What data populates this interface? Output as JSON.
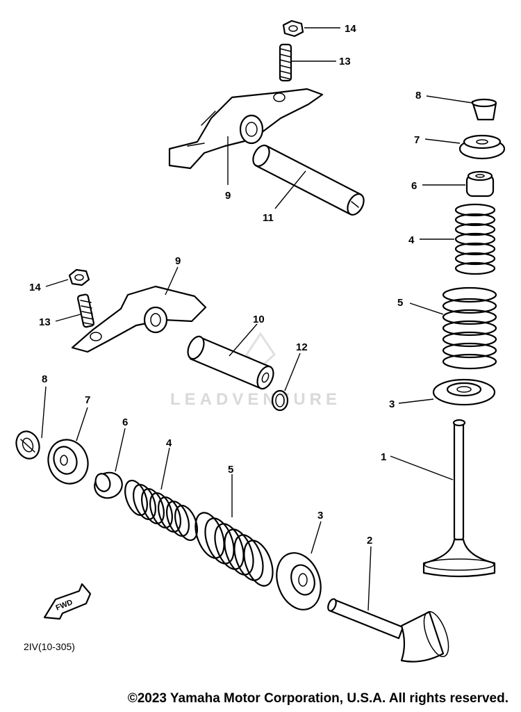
{
  "callouts": [
    "1",
    "2",
    "3",
    "3",
    "4",
    "4",
    "5",
    "5",
    "6",
    "6",
    "7",
    "7",
    "8",
    "8",
    "9",
    "9",
    "10",
    "11",
    "12",
    "13",
    "13",
    "14",
    "14"
  ],
  "fwd_label": "FWD",
  "drawing_code": "2IV(10-305)",
  "watermark": "LEADVENTURE",
  "copyright": "©2023 Yamaha Motor Corporation, U.S.A. All rights reserved."
}
